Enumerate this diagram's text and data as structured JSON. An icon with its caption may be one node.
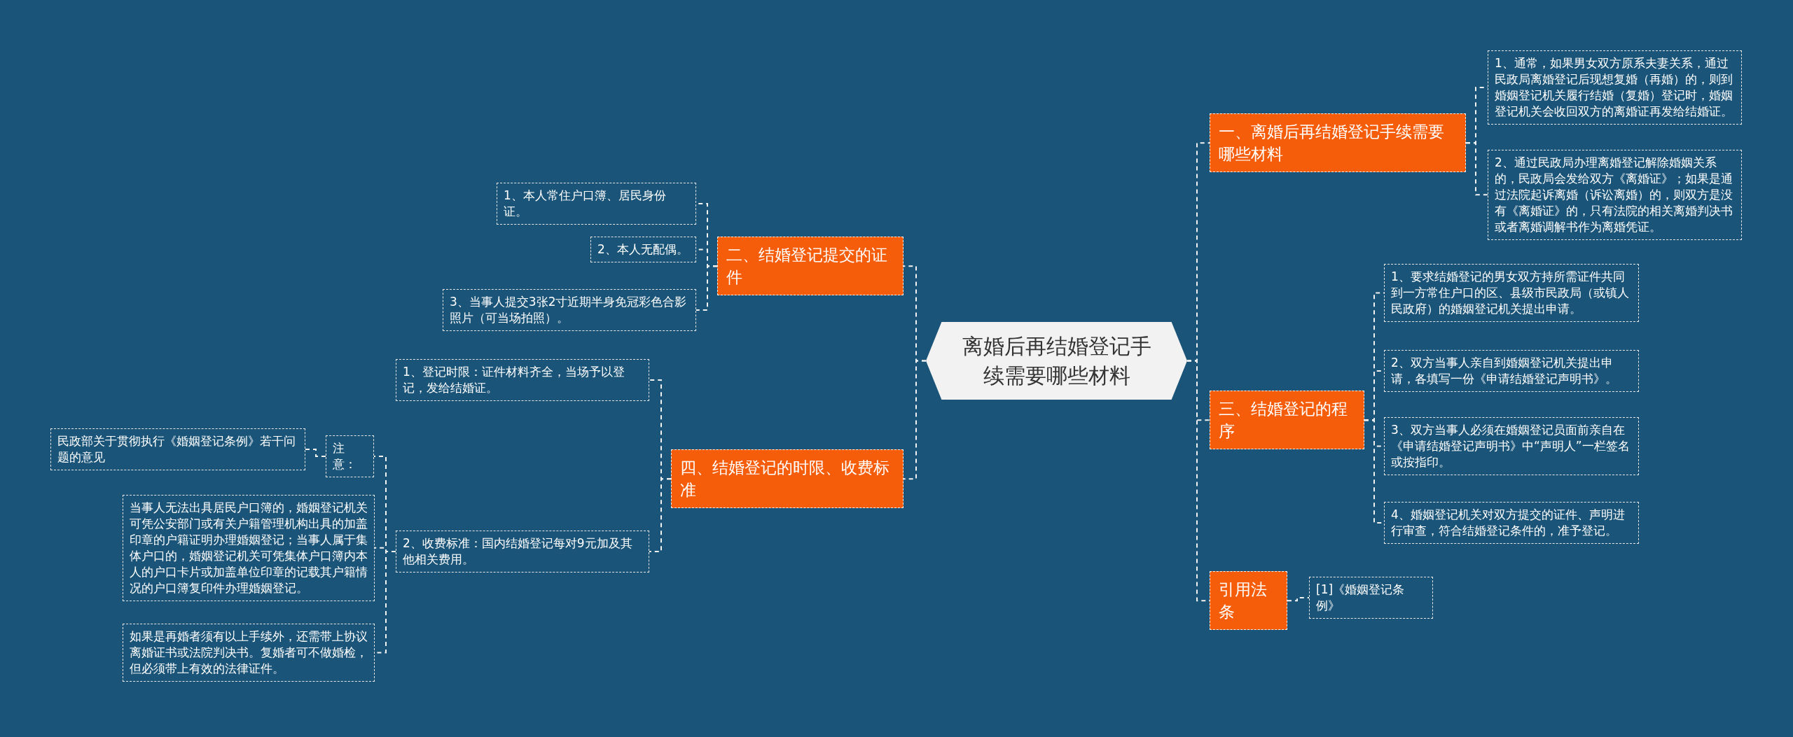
{
  "diagram": {
    "nodes": [
      {
        "text": [
          "离婚后再结婚登记手续需要哪些材料"
        ]
      },
      {
        "text": [
          "一、离婚后再结婚登记手续需要哪些材料"
        ]
      },
      {
        "text": [
          "1、通常，如果男女双方原系夫妻关系，通过民政局离婚登记后现想复婚（再婚）的，则到婚姻登记机关履行结婚（复婚）登记时，婚姻登记机关会收回双方的离婚证再发给结婚证。"
        ]
      },
      {
        "text": [
          "2、通过民政局办理离婚登记解除婚姻关系的，民政局会发给双方《离婚证》；如果是通过法院起诉离婚（诉讼离婚）的，则双方是没有《离婚证》的，只有法院的相关离婚判决书或者离婚调解书作为离婚凭证。"
        ]
      },
      {
        "text": [
          "二、结婚登记提交的证件"
        ]
      },
      {
        "text": [
          "1、本人常住户口簿、居民身份证。"
        ]
      },
      {
        "text": [
          "2、本人无配偶。"
        ]
      },
      {
        "text": [
          "3、当事人提交3张2寸近期半身免冠彩色合影照片（可当场拍照）。"
        ]
      },
      {
        "text": [
          "三、结婚登记的程序"
        ]
      },
      {
        "text": [
          "1、要求结婚登记的男女双方持所需证件共同到一方常住户口的区、县级市民政局（或镇人民政府）的婚姻登记机关提出申请。"
        ]
      },
      {
        "text": [
          "2、双方当事人亲自到婚姻登记机关提出申请，各填写一份《申请结婚登记声明书》。"
        ]
      },
      {
        "text": [
          "3、双方当事人必须在婚姻登记员面前亲自在《申请结婚登记声明书》中“声明人”一栏签名或按指印。"
        ]
      },
      {
        "text": [
          "4、婚姻登记机关对双方提交的证件、声明进行审查，符合结婚登记条件的，准予登记。"
        ]
      },
      {
        "text": [
          "四、结婚登记的时限、收费标准"
        ]
      },
      {
        "text": [
          "1、登记时限：证件材料齐全，当场予以登记，发给结婚证。"
        ]
      },
      {
        "text": [
          "2、收费标准：国内结婚登记每对9元加及其他相关费用。"
        ]
      },
      {
        "text": [
          "注意："
        ]
      },
      {
        "text": [
          "民政部关于贯彻执行《婚姻登记条例》若干问题的意见"
        ]
      },
      {
        "text": [
          "当事人无法出具居民户口簿的，婚姻登记机关可凭公安部门或有关户籍管理机构出具的加盖印章的户籍证明办理婚姻登记；当事人属于集体户口的，婚姻登记机关可凭集体户口簿内本人的户口卡片或加盖单位印章的记载其户籍情况的户口簿复印件办理婚姻登记。"
        ]
      },
      {
        "text": [
          "如果是再婚者须有以上手续外，还需带上协议离婚证书或法院判决书。复婚者可不做婚检，但必须带上有效的法律证件。"
        ]
      },
      {
        "text": [
          "引用法条"
        ]
      },
      {
        "text": [
          "[1]《婚姻登记条例》"
        ]
      }
    ],
    "edges": [
      {
        "from": 0,
        "to": 1,
        "arrow": "none"
      },
      {
        "from": 0,
        "to": 4,
        "arrow": "none"
      },
      {
        "from": 0,
        "to": 8,
        "arrow": "none"
      },
      {
        "from": 0,
        "to": 13,
        "arrow": "none"
      },
      {
        "from": 0,
        "to": 20,
        "arrow": "none"
      },
      {
        "from": 1,
        "to": 2,
        "arrow": "none"
      },
      {
        "from": 1,
        "to": 3,
        "arrow": "none"
      },
      {
        "from": 4,
        "to": 5,
        "arrow": "none"
      },
      {
        "from": 4,
        "to": 6,
        "arrow": "none"
      },
      {
        "from": 4,
        "to": 7,
        "arrow": "none"
      },
      {
        "from": 8,
        "to": 9,
        "arrow": "none"
      },
      {
        "from": 8,
        "to": 10,
        "arrow": "none"
      },
      {
        "from": 8,
        "to": 11,
        "arrow": "none"
      },
      {
        "from": 8,
        "to": 12,
        "arrow": "none"
      },
      {
        "from": 13,
        "to": 14,
        "arrow": "none"
      },
      {
        "from": 13,
        "to": 15,
        "arrow": "none"
      },
      {
        "from": 15,
        "to": 16,
        "arrow": "none"
      },
      {
        "from": 15,
        "to": 18,
        "arrow": "none"
      },
      {
        "from": 15,
        "to": 19,
        "arrow": "none"
      },
      {
        "from": 16,
        "to": 17,
        "arrow": "none"
      },
      {
        "from": 20,
        "to": 21,
        "arrow": "none"
      }
    ]
  }
}
